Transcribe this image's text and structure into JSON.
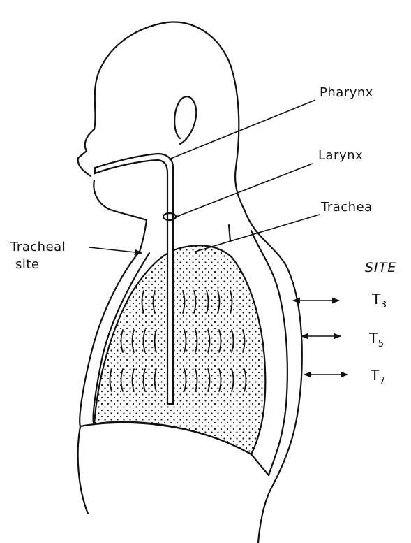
{
  "labels": {
    "pharynx": "Pharynx",
    "larynx": "Larynx",
    "trachea": "Trachea",
    "tracheal_site_line1": "Tracheal",
    "tracheal_site_line2": "site"
  },
  "site_key": {
    "heading": "SITE",
    "entries": [
      {
        "letter": "T",
        "subscript": "3"
      },
      {
        "letter": "T",
        "subscript": "5"
      },
      {
        "letter": "T",
        "subscript": "7"
      }
    ]
  },
  "colors": {
    "ink": "#111111",
    "paper": "#ffffff"
  }
}
